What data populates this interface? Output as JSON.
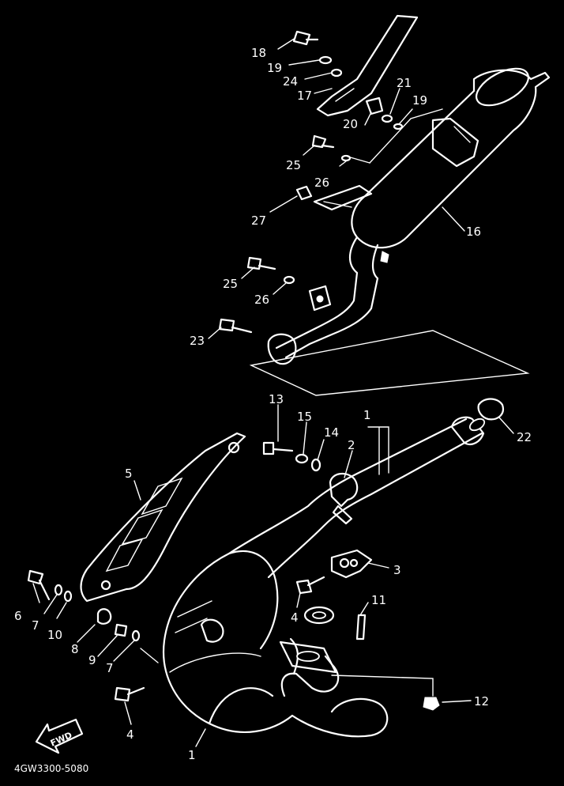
{
  "diagram": {
    "drawing_code": "4GW3300-5080",
    "direction_label": "FWD",
    "callouts": {
      "c1a": "1",
      "c1b": "1",
      "c2": "2",
      "c3": "3",
      "c4a": "4",
      "c4b": "4",
      "c5": "5",
      "c6": "6",
      "c7a": "7",
      "c7b": "7",
      "c8": "8",
      "c9": "9",
      "c10": "10",
      "c11": "11",
      "c12": "12",
      "c13": "13",
      "c14": "14",
      "c15": "15",
      "c16": "16",
      "c17": "17",
      "c18": "18",
      "c19a": "19",
      "c19b": "19",
      "c20": "20",
      "c21": "21",
      "c22": "22",
      "c23": "23",
      "c24": "24",
      "c25a": "25",
      "c25b": "25",
      "c26a": "26",
      "c26b": "26",
      "c27": "27"
    },
    "colors": {
      "background": "#000000",
      "line": "#ffffff"
    }
  }
}
